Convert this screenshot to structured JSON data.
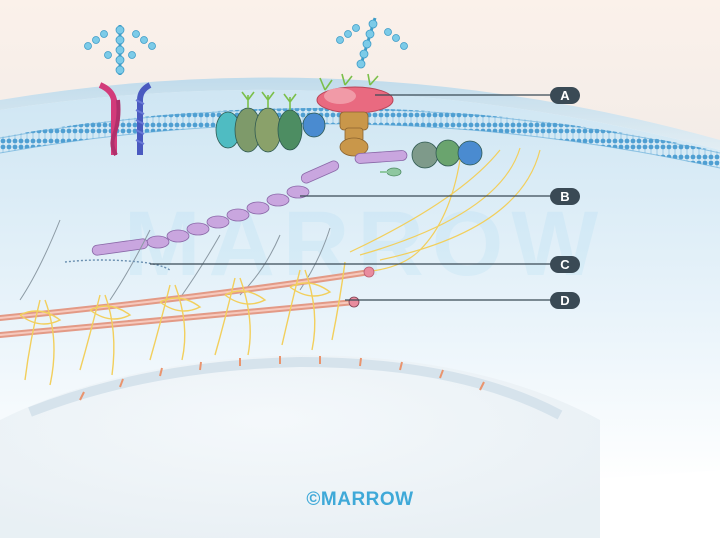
{
  "labels": {
    "a": "A",
    "b": "B",
    "c": "C",
    "d": "D"
  },
  "watermark": "MARROW",
  "copyright": "©MARROW",
  "colors": {
    "membrane_blue": "#5aa6d6",
    "receptor_pink": "#e96a80",
    "transmembrane_tan": "#c9974a",
    "filament_lilac": "#c9a6df",
    "fiber_salmon": "#e39a86",
    "fibril_yellow": "#f2cf5c",
    "callout_dark": "#3a4a55",
    "brand_blue": "#3fa9d8"
  }
}
